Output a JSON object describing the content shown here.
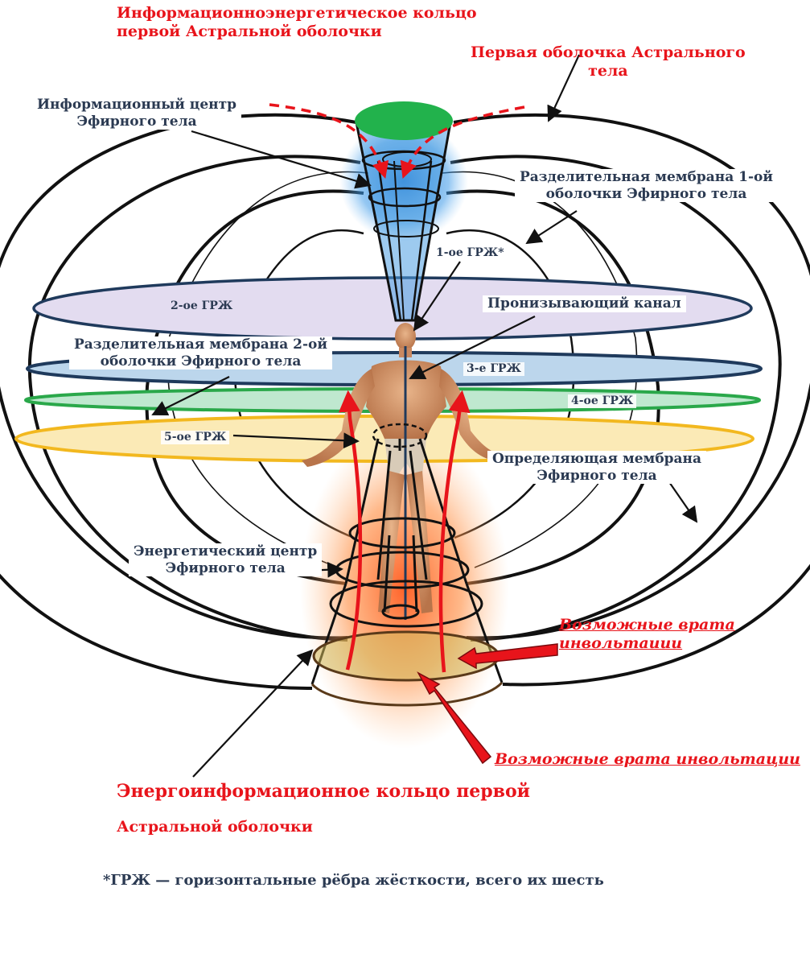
{
  "labels": {
    "astral_ring_top": "Информационноэнергетическое кольцо\nпервой Астральной оболочки",
    "astral_shell": "Первая оболочка Астрального\nтела",
    "info_center": "Информационный центр\nЭфирного тела",
    "membrane_1": "Разделительная мембрана 1-ой\nоболочки Эфирного тела",
    "grzh_1": "1-ое ГРЖ*",
    "grzh_2": "2-ое ГРЖ",
    "piercing_channel": "Пронизывающий канал",
    "membrane_2": "Разделительная мембрана 2-ой\nоболочки Эфирного тела",
    "grzh_3": "3-е ГРЖ",
    "grzh_4": "4-ое ГРЖ",
    "grzh_5": "5-ое ГРЖ",
    "defining_membrane": "Определяющая мембрана\nЭфирного тела",
    "energy_center": "Энергетический центр\nЭфирного тела",
    "gate_1": "Возможные врата\nинвольтаиии",
    "gate_2": "Возможные врата инвольтации",
    "astral_ring_bottom_1": "Энергоинформационное кольцо первой",
    "astral_ring_bottom_2": "Астральной оболочки",
    "footnote": "*ГРЖ — горизонтальные рёбра жёсткости, всего их шесть"
  },
  "colors": {
    "outline": "#111111",
    "navy": "#1f3a5c",
    "red": "#e8141b",
    "grzh_2_fill": "#e3dcf0",
    "grzh_3_fill": "#bcd6ec",
    "grzh_4_fill": "#bfe8cf",
    "grzh_4_stroke": "#2aa84a",
    "grzh_5_fill": "#fbeab6",
    "grzh_5_stroke": "#f2b81f",
    "info_center_top": "#22b24c",
    "info_center_glow": "#2a7fd4",
    "energy_glow": "#ff7a2e"
  }
}
